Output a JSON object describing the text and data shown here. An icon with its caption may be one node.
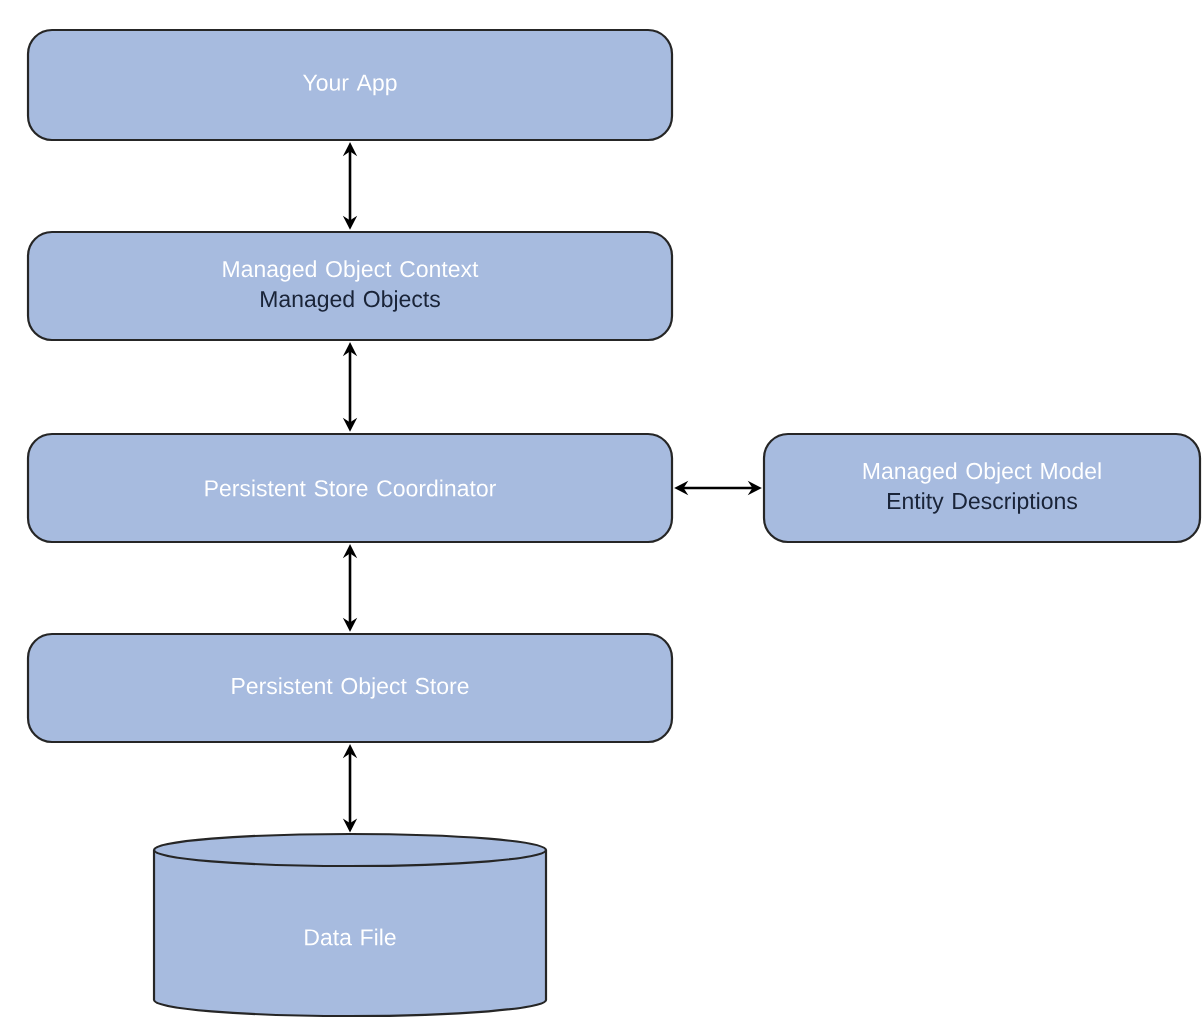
{
  "diagram": {
    "nodes": [
      {
        "text": [
          "Your App"
        ]
      },
      {
        "text": [
          "Managed Object Context",
          "Managed Objects"
        ]
      },
      {
        "text": [
          "Persistent Store Coordinator"
        ]
      },
      {
        "text": [
          "Managed Object Model",
          "Entity Descriptions"
        ]
      },
      {
        "text": [
          "Persistent Object Store"
        ]
      },
      {
        "text": [
          "Data File"
        ]
      }
    ],
    "edges": [
      {
        "from": 0,
        "to": 1,
        "arrow": "both"
      },
      {
        "from": 1,
        "to": 2,
        "arrow": "both"
      },
      {
        "from": 2,
        "to": 3,
        "arrow": "both"
      },
      {
        "from": 2,
        "to": 4,
        "arrow": "both"
      },
      {
        "from": 4,
        "to": 5,
        "arrow": "both"
      }
    ]
  }
}
